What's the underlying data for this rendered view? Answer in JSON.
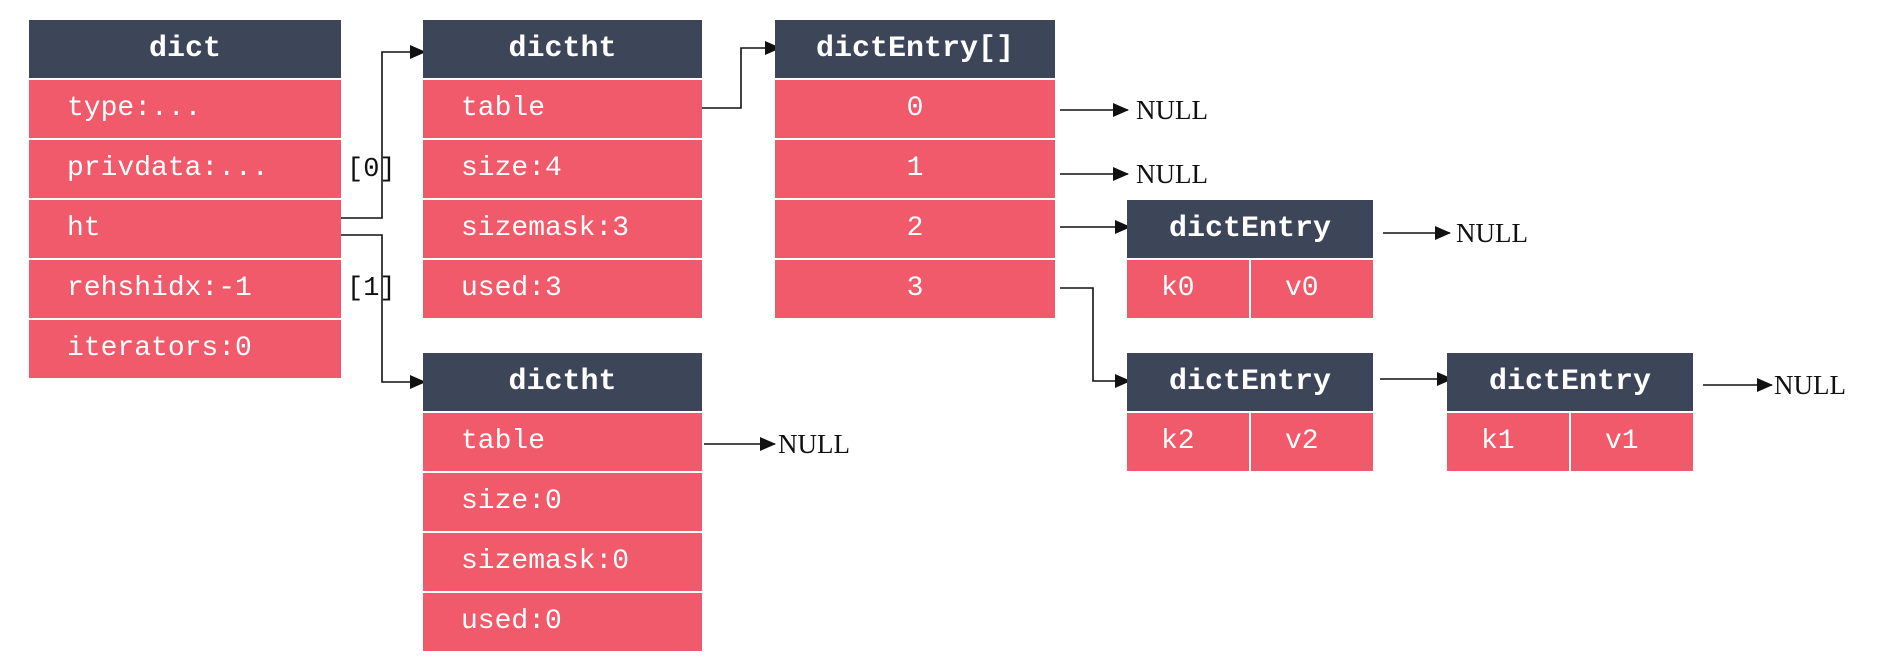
{
  "dict": {
    "header": "dict",
    "rows": [
      "type:...",
      "privdata:...",
      "ht",
      "rehshidx:-1",
      "iterators:0"
    ]
  },
  "ht_labels": {
    "ht0": "[0]",
    "ht1": "[1]"
  },
  "dictht0": {
    "header": "dictht",
    "rows": [
      "table",
      "size:4",
      "sizemask:3",
      "used:3"
    ]
  },
  "dictht1": {
    "header": "dictht",
    "rows": [
      "table",
      "size:0",
      "sizemask:0",
      "used:0"
    ]
  },
  "table_array": {
    "header": "dictEntry[]",
    "rows": [
      "0",
      "1",
      "2",
      "3"
    ]
  },
  "entry_k0": {
    "header": "dictEntry",
    "key": "k0",
    "value": "v0"
  },
  "entry_k2": {
    "header": "dictEntry",
    "key": "k2",
    "value": "v2"
  },
  "entry_k1": {
    "header": "dictEntry",
    "key": "k1",
    "value": "v1"
  },
  "null_label": "NULL",
  "colors": {
    "header": "#3d4659",
    "cell": "#f05a6a",
    "line": "#111111"
  }
}
